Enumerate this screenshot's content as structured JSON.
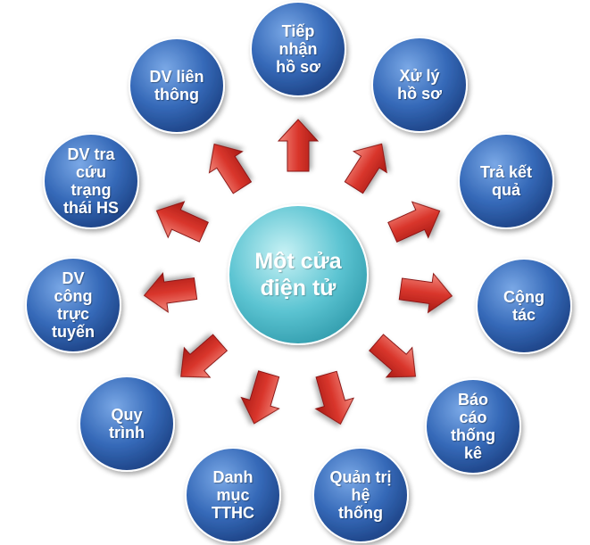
{
  "center": {
    "lines": [
      "Một cửa",
      "điện tử"
    ]
  },
  "nodes": [
    {
      "id": "tiep-nhan-ho-so",
      "lines": [
        "Tiếp",
        "nhận",
        "hồ sơ"
      ]
    },
    {
      "id": "xu-ly-ho-so",
      "lines": [
        "Xử lý",
        "hồ sơ"
      ]
    },
    {
      "id": "tra-ket-qua",
      "lines": [
        "Trả kết",
        "quả"
      ]
    },
    {
      "id": "cong-tac",
      "lines": [
        "Cộng",
        "tác"
      ]
    },
    {
      "id": "bao-cao-thong-ke",
      "lines": [
        "Báo",
        "cáo",
        "thống",
        "kê"
      ]
    },
    {
      "id": "quan-tri-he-thong",
      "lines": [
        "Quản trị",
        "hệ",
        "thống"
      ]
    },
    {
      "id": "danh-muc-tthc",
      "lines": [
        "Danh",
        "mục",
        "TTHC"
      ]
    },
    {
      "id": "quy-trinh",
      "lines": [
        "Quy",
        "trình"
      ]
    },
    {
      "id": "dv-cong-truc-tuyen",
      "lines": [
        "DV",
        "công",
        "trực",
        "tuyến"
      ]
    },
    {
      "id": "dv-tra-cuu-trang-thai-hs",
      "lines": [
        "DV tra",
        "cứu",
        "trạng",
        "thái HS"
      ]
    },
    {
      "id": "dv-lien-thong",
      "lines": [
        "DV liên",
        "thông"
      ]
    }
  ],
  "colors": {
    "node_fill_light": "#5b8fd6",
    "node_fill_dark": "#1f4a94",
    "node_stroke": "#ffffff",
    "center_fill_light": "#aeeaf0",
    "center_fill_dark": "#2fa7b8",
    "arrow_fill_light": "#f27a6e",
    "arrow_fill_dark": "#b71f1a",
    "arrow_stroke": "#8c1712",
    "text": "#ffffff"
  }
}
